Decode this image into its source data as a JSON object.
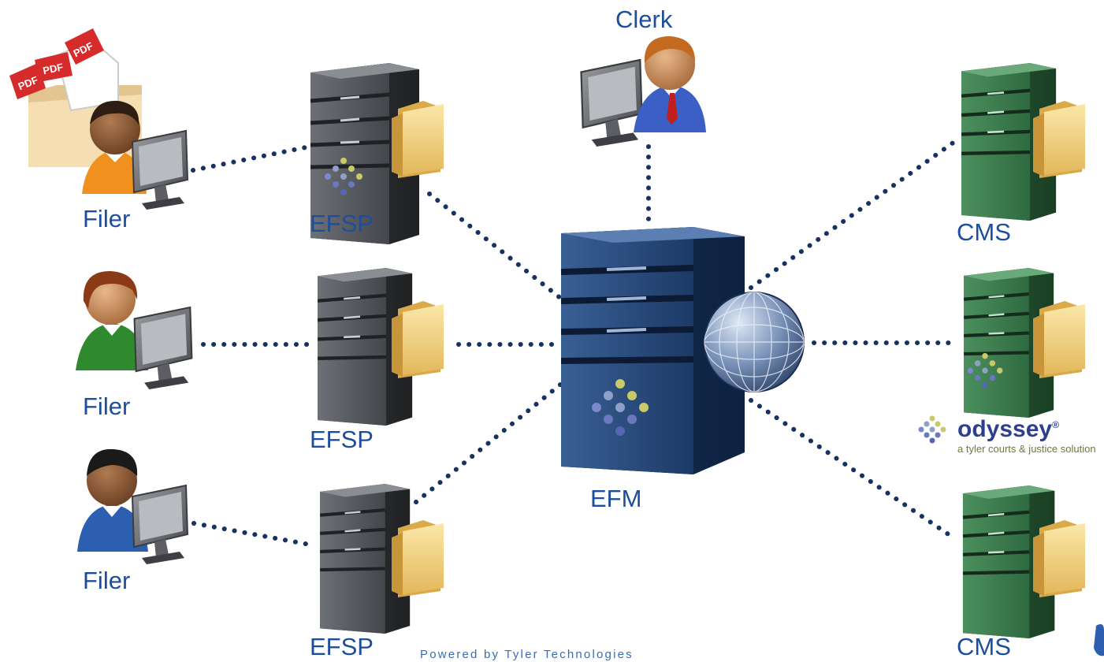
{
  "labels": {
    "clerk": "Clerk",
    "filer_top": "Filer",
    "filer_mid": "Filer",
    "filer_bot": "Filer",
    "efsp_top": "EFSP",
    "efsp_mid": "EFSP",
    "efsp_bot": "EFSP",
    "efm": "EFM",
    "cms_top": "CMS",
    "cms_bot": "CMS"
  },
  "pdf_badges": [
    "PDF",
    "PDF",
    "PDF"
  ],
  "odyssey": {
    "name": "odyssey",
    "registered": "®",
    "tagline": "a tyler courts & justice solution"
  },
  "footer": "Powered by Tyler Technologies",
  "colors": {
    "label_blue": "#1d4e9b",
    "connector": "#16335f",
    "efsp_server": "#5a5d63",
    "efm_server": "#2b4d7c",
    "cms_server": "#3f7d4f",
    "folder": "#f2d48a",
    "pdf_red": "#d62b2b"
  },
  "icons": [
    "user-at-computer-icon",
    "server-icon",
    "folder-icon",
    "globe-icon",
    "pdf-file-icon",
    "odyssey-logo"
  ]
}
